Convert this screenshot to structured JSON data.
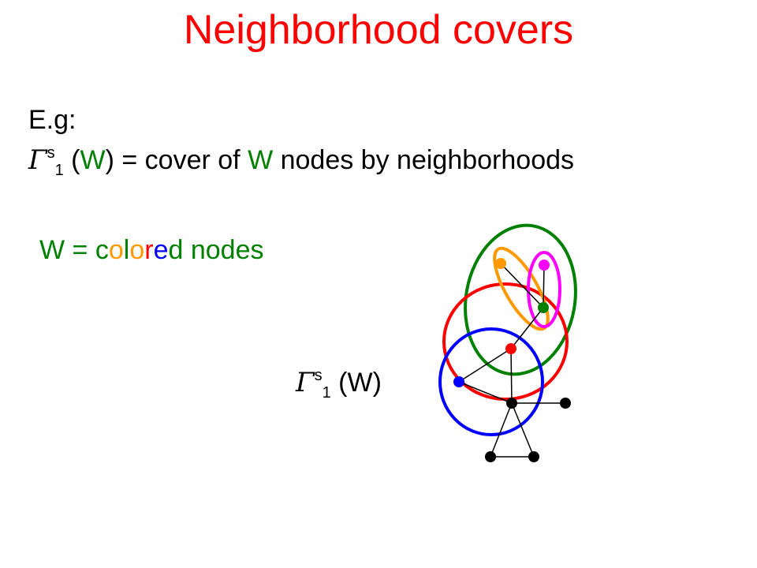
{
  "title": "Neighborhood covers",
  "intro": {
    "eg": "E.g:",
    "gamma": "Γ",
    "sup": "s",
    "sub": "1",
    "arg_open": " (",
    "arg_W": "W",
    "arg_close": ")",
    "eq_text": " = cover of ",
    "W2": "W",
    "tail": " nodes by neighborhoods"
  },
  "w_line": {
    "prefix": "W = ",
    "colored_letters": [
      {
        "ch": "c",
        "color": "#008000"
      },
      {
        "ch": "o",
        "color": "#ff9900"
      },
      {
        "ch": "l",
        "color": "#008000"
      },
      {
        "ch": "o",
        "color": "#ff9900"
      },
      {
        "ch": "r",
        "color": "#ff0000"
      },
      {
        "ch": "e",
        "color": "#0000ff"
      },
      {
        "ch": "d",
        "color": "#008000"
      }
    ],
    "suffix": " nodes"
  },
  "cover_label": {
    "gamma": "Γ",
    "sup": "s",
    "sub": "1",
    "arg": " (W)"
  },
  "colors": {
    "title": "#ff0000",
    "W": "#008000",
    "orange": "#ff9900",
    "magenta": "#ff00ff",
    "green": "#008000",
    "red": "#ff0000",
    "blue": "#0000ff",
    "black": "#000000"
  },
  "graph": {
    "nodes": [
      {
        "id": "orange",
        "color": "#ff9900"
      },
      {
        "id": "magenta",
        "color": "#ff00ff"
      },
      {
        "id": "green",
        "color": "#008000"
      },
      {
        "id": "red",
        "color": "#ff0000"
      },
      {
        "id": "blue",
        "color": "#0000ff"
      },
      {
        "id": "b1",
        "color": "#000000"
      },
      {
        "id": "b2",
        "color": "#000000"
      },
      {
        "id": "b3",
        "color": "#000000"
      },
      {
        "id": "b4",
        "color": "#000000"
      }
    ],
    "edges": [
      [
        "orange",
        "green"
      ],
      [
        "magenta",
        "green"
      ],
      [
        "green",
        "red"
      ],
      [
        "red",
        "blue"
      ],
      [
        "red",
        "b1"
      ],
      [
        "blue",
        "b1"
      ],
      [
        "b1",
        "b2"
      ],
      [
        "b1",
        "b3"
      ],
      [
        "b1",
        "b4"
      ],
      [
        "b3",
        "b4"
      ]
    ],
    "neighborhoods": [
      {
        "name": "green-neighborhood",
        "color": "#008000"
      },
      {
        "name": "red-neighborhood",
        "color": "#ff0000"
      },
      {
        "name": "blue-neighborhood",
        "color": "#0000ff"
      },
      {
        "name": "orange-neighborhood",
        "color": "#ff9900"
      },
      {
        "name": "magenta-neighborhood",
        "color": "#ff00ff"
      }
    ]
  }
}
